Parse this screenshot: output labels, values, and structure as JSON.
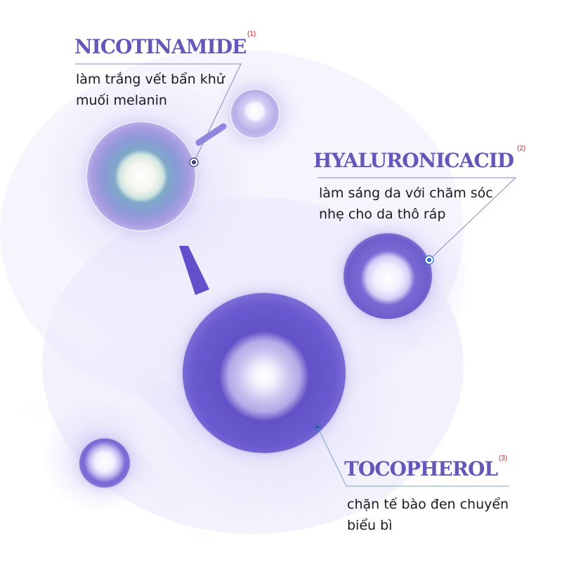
{
  "colors": {
    "title": "#6656b8",
    "superscript": "#d0242a",
    "description": "#1a1a1a",
    "leader_line": "#5a6fb0",
    "marker_dark": "#2a3a80",
    "marker_blue": "#3068c8",
    "molecule_purple": "#6a5ad0",
    "background": "#ffffff"
  },
  "ingredients": [
    {
      "name": "NICOTINAMIDE",
      "ref": "(1)",
      "description_lines": [
        "làm trắng vết bẩn khử",
        "muối melanin"
      ]
    },
    {
      "name": "HYALURONICACID",
      "ref": "(2)",
      "description_lines": [
        "làm sáng da với chăm sóc",
        "nhẹ cho da thô ráp"
      ]
    },
    {
      "name": "TOCOPHEROL",
      "ref": "(3)",
      "description_lines": [
        "chặn tế bào đen chuyển",
        "biểu bì"
      ]
    }
  ],
  "molecules": [
    {
      "id": "large-bottom",
      "icon": "molecule-sphere-icon"
    },
    {
      "id": "medium-left",
      "icon": "molecule-sphere-icon"
    },
    {
      "id": "small-top",
      "icon": "molecule-sphere-icon"
    },
    {
      "id": "medium-right",
      "icon": "molecule-sphere-icon"
    },
    {
      "id": "small-bottom-left",
      "icon": "molecule-sphere-icon"
    }
  ]
}
